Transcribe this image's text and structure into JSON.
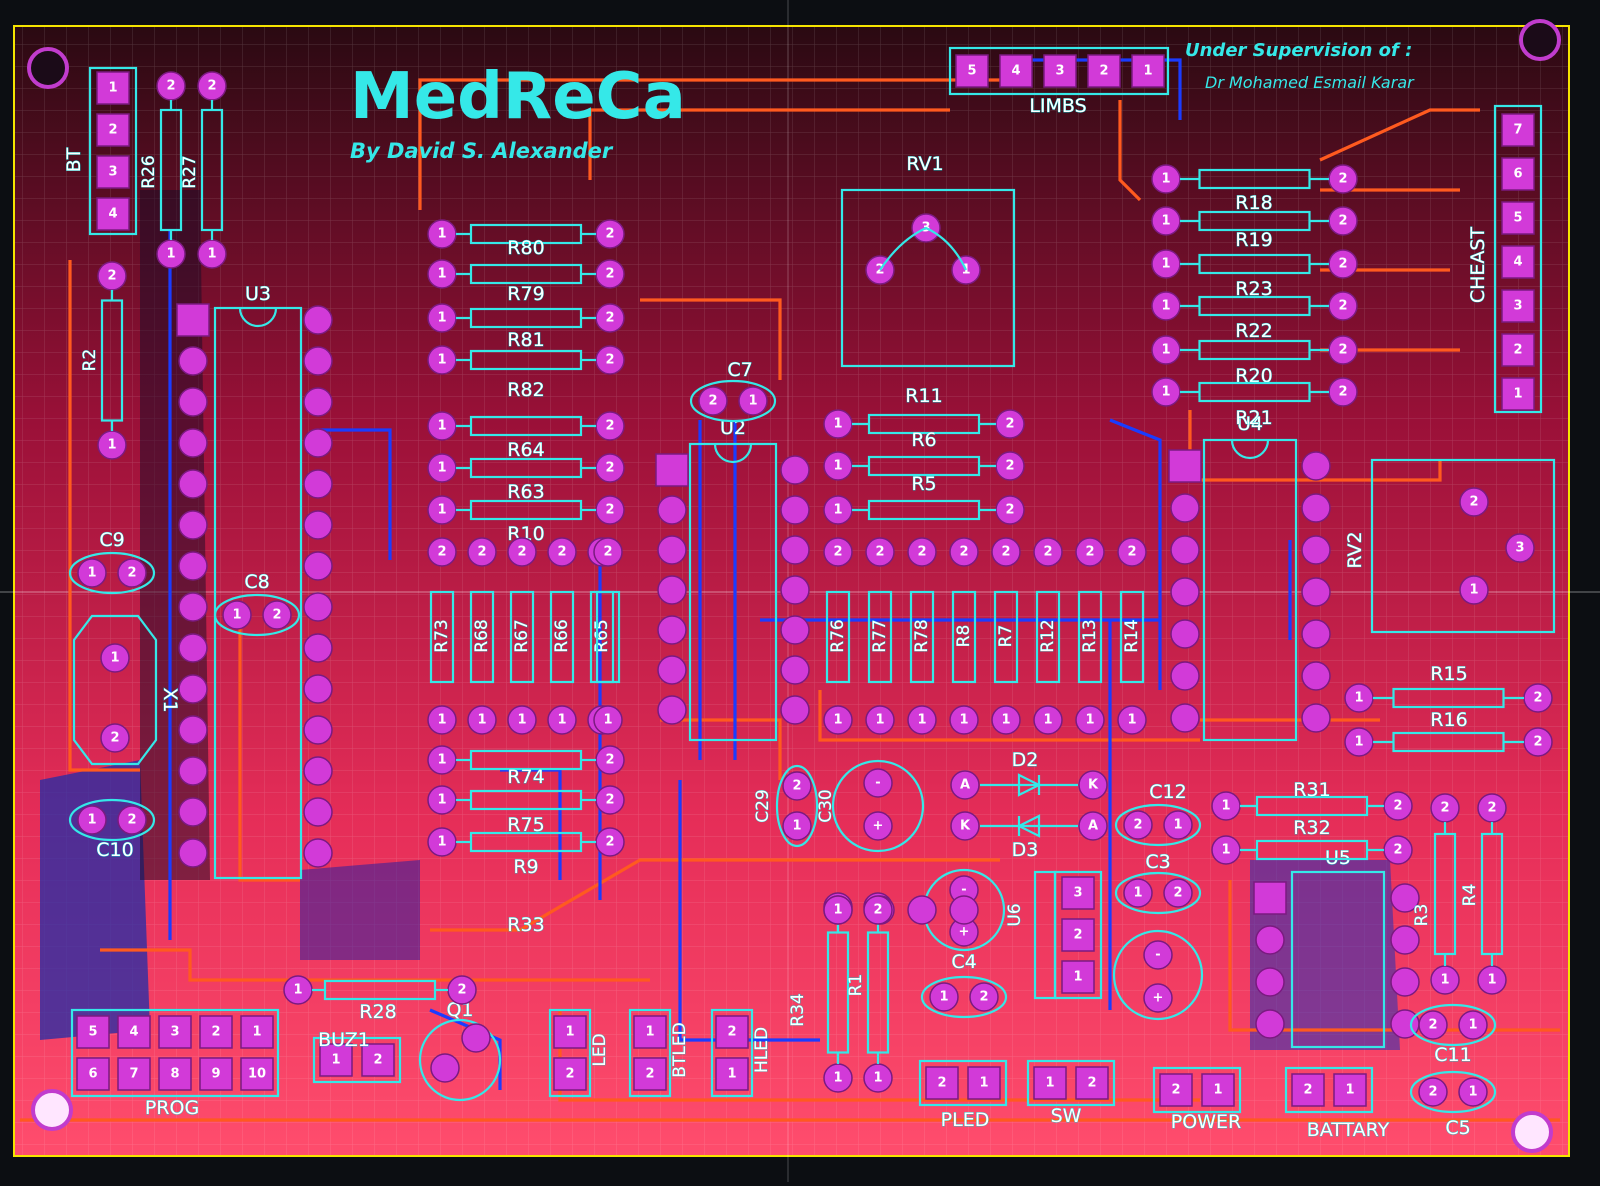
{
  "board": {
    "title": "MedReCa",
    "author": "By David S. Alexander",
    "supervision_line1": "Under Supervision of :",
    "supervision_line2": "Dr Mohamed Esmail Karar",
    "colors": {
      "background": "#0c0e12",
      "copper_gradient_top": "#3a0a14",
      "copper_gradient_bottom": "#ff3f5e",
      "silkscreen": "#35e8e8",
      "pad": "#d23ad8",
      "top_trace": "#ff5a1f",
      "bottom_trace": "#1a3cff",
      "outline": "#f5e400"
    }
  },
  "headers": {
    "limbs": {
      "label": "LIMBS",
      "pins": [
        "5",
        "4",
        "3",
        "2",
        "1"
      ]
    },
    "cheast": {
      "label": "CHEAST",
      "pins": [
        "7",
        "6",
        "5",
        "4",
        "3",
        "2",
        "1"
      ]
    },
    "bt": {
      "label": "BT",
      "pins": [
        "1",
        "2",
        "3",
        "4"
      ]
    },
    "prog": {
      "label": "PROG",
      "row1": [
        "5",
        "4",
        "3",
        "2",
        "1"
      ],
      "row2": [
        "6",
        "7",
        "8",
        "9",
        "10"
      ]
    }
  },
  "connectors": [
    {
      "label": "BUZ1",
      "pins": [
        "1",
        "2"
      ]
    },
    {
      "label": "PLED",
      "pins": [
        "2",
        "1"
      ]
    },
    {
      "label": "SW",
      "pins": [
        "1",
        "2"
      ]
    },
    {
      "label": "POWER",
      "pins": [
        "2",
        "1"
      ]
    },
    {
      "label": "BATTARY",
      "pins": [
        "2",
        "1"
      ]
    }
  ],
  "designators": {
    "u3": "U3",
    "u2": "U2",
    "u4": "U4",
    "u5": "U5",
    "u6": "U6",
    "rv1": "RV1",
    "rv2": "RV2",
    "x1": "X1",
    "q1": "Q1",
    "c9": "C9",
    "c8": "C8",
    "c7": "C7",
    "c10": "C10",
    "c12": "C12",
    "c29": "C29",
    "c5": "C5",
    "c4": "C4",
    "c11": "C11",
    "c3": "C3",
    "c30": "C30",
    "d2": "D2",
    "d3": "D3",
    "r2": "R2",
    "r26": "R26",
    "r27": "R27",
    "r80": "R80",
    "r79": "R79",
    "r81": "R81",
    "r82": "R82",
    "r64": "R64",
    "r63": "R63",
    "r10": "R10",
    "r74": "R74",
    "r75": "R75",
    "r9": "R9",
    "r33": "R33",
    "r28": "R28",
    "r11": "R11",
    "r6": "R6",
    "r5": "R5",
    "r18": "R18",
    "r19": "R19",
    "r23": "R23",
    "r22": "R22",
    "r20": "R20",
    "r21": "R21",
    "r15": "R15",
    "r16": "R16",
    "r31": "R31",
    "r32": "R32",
    "r3": "R3",
    "r4": "R4",
    "r34": "R34",
    "r1": "R1",
    "led": "LED",
    "hled": "HLED",
    "btled": "BTLED"
  },
  "resistor_array_left": [
    "R73",
    "R68",
    "R67",
    "R66",
    "R65"
  ],
  "resistor_array_right": [
    "R76",
    "R77",
    "R78",
    "R8",
    "R7",
    "R12",
    "R13",
    "R14"
  ],
  "pad_labels": {
    "one": "1",
    "two": "2",
    "three": "3",
    "anode": "A",
    "cathode": "K",
    "plus": "+",
    "minus": "-"
  }
}
